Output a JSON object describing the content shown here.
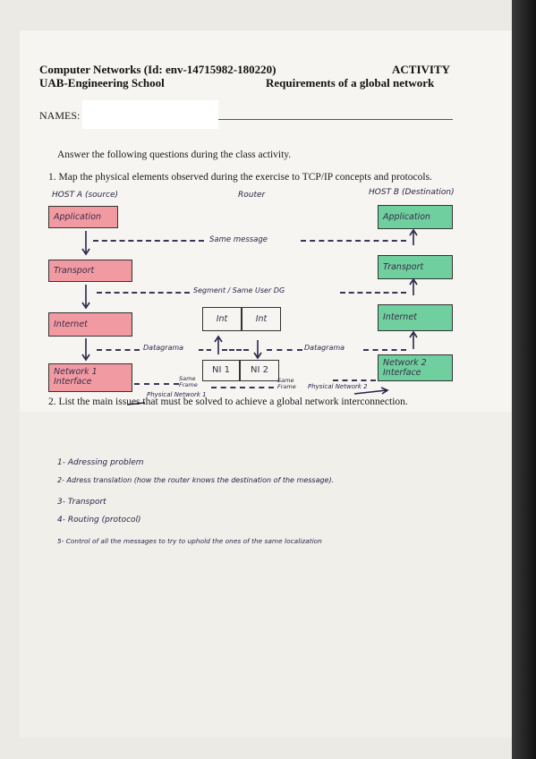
{
  "header": {
    "course": "Computer Networks (Id: env-14715982-180220)",
    "activity": "ACTIVITY",
    "school": "UAB-Engineering School",
    "topic": "Requirements of a global network",
    "names_label": "NAMES:"
  },
  "instructions": "Answer the following questions during the class activity.",
  "question1": "1. Map the physical elements observed during the exercise to TCP/IP concepts and protocols.",
  "question2": "2. List the main issues that must be solved to achieve a global network interconnection.",
  "diagram": {
    "host_a": "HOST A (source)",
    "router": "Router",
    "host_b": "HOST B (Destination)",
    "a_layers": [
      "Application",
      "Transport",
      "Internet",
      "Network 1 Interface"
    ],
    "b_layers": [
      "Application",
      "Transport",
      "Internet",
      "Network 2 Interface"
    ],
    "router_int": [
      "Int",
      "Int"
    ],
    "router_ni": [
      "NI 1",
      "NI 2"
    ],
    "labels": {
      "same_message": "Same message",
      "segment": "Segment / Same User DG",
      "datagrama_left": "Datagrama",
      "datagrama_right": "Datagrama",
      "same_frame_left": "Same Frame",
      "same_frame_right": "Same Frame",
      "physical_1": "Physical Network 1",
      "physical_2": "Physical Network 2"
    }
  },
  "answers": [
    "1- Adressing problem",
    "2- Adress translation (how the router knows the destination of the message).",
    "3- Transport",
    "4- Routing (protocol)",
    "5- Control of all the messages to try to uphold the ones of the same localization"
  ],
  "colors": {
    "source_layer": "#f29aa2",
    "destination_layer": "#6fcf9e",
    "ink": "#2a2448"
  }
}
